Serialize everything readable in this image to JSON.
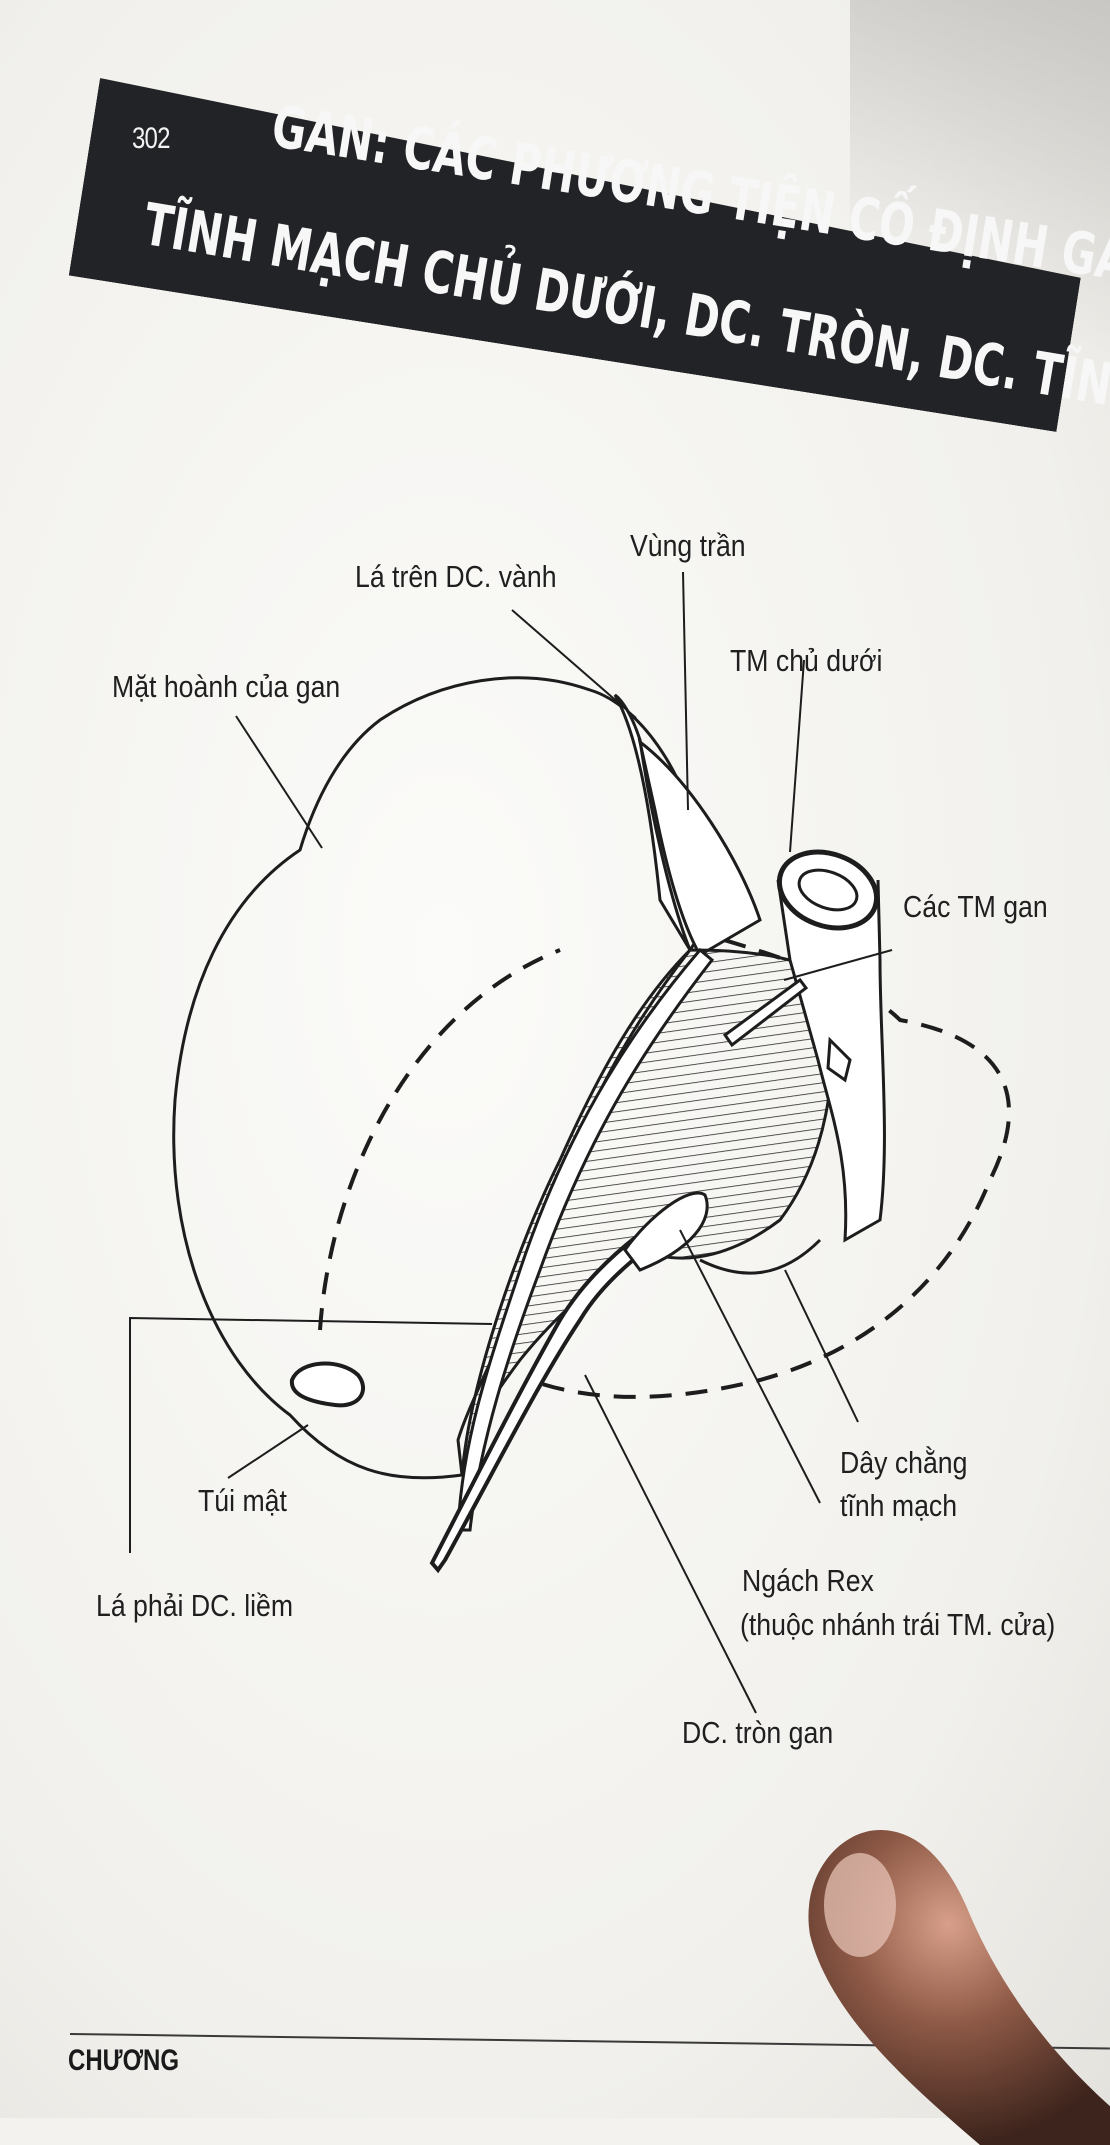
{
  "page": {
    "number": "302",
    "title_line_1": "GAN: CÁC PHƯƠNG TIỆN CỐ ĐỊNH GAN –",
    "title_line_2": "TĨNH MẠCH CHỦ DƯỚI, DC. TRÒN, DC. TĨNH MẠCH",
    "footer": "CHƯƠNG"
  },
  "diagram": {
    "labels": {
      "vung_tran": "Vùng trần",
      "la_tren_dc_vanh": "Lá trên DC. vành",
      "mat_hoanh": "Mặt hoành của gan",
      "tm_chu_duoi": "TM chủ dưới",
      "cac_tm_gan": "Các TM gan",
      "tui_mat": "Túi mật",
      "la_phai_dc_liem": "Lá phải DC. liềm",
      "day_chang_tinh_mach_1": "Dây chằng",
      "day_chang_tinh_mach_2": "tĩnh mạch",
      "ngach_rex_1": "Ngách Rex",
      "ngach_rex_2": "(thuộc nhánh trái TM. cửa)",
      "dc_tron_gan": "DC. tròn gan"
    }
  },
  "colors": {
    "title_bar": "#222326",
    "ink": "#1d1d1d",
    "paper": "#f3f2ef"
  }
}
